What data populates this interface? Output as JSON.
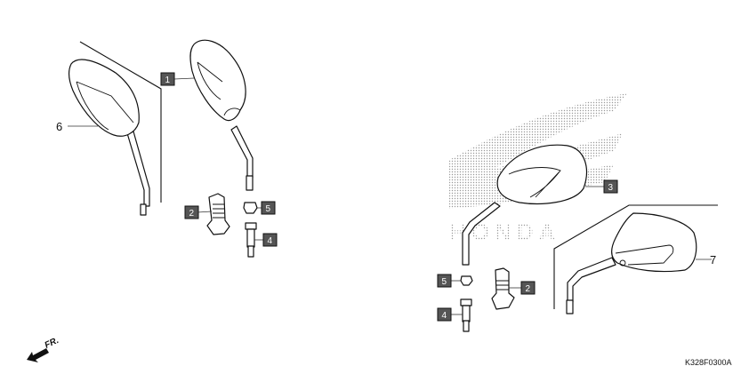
{
  "diagram": {
    "code": "K328F0300A",
    "direction_label": "FR.",
    "watermark_logo": "HONDA",
    "callouts": [
      {
        "id": "1",
        "style": "boxed"
      },
      {
        "id": "2",
        "style": "boxed"
      },
      {
        "id": "5",
        "style": "boxed"
      },
      {
        "id": "4",
        "style": "boxed"
      },
      {
        "id": "6",
        "style": "plain"
      },
      {
        "id": "3",
        "style": "boxed"
      },
      {
        "id": "7",
        "style": "plain"
      },
      {
        "id": "5",
        "style": "boxed"
      },
      {
        "id": "2",
        "style": "boxed"
      },
      {
        "id": "4",
        "style": "boxed"
      }
    ],
    "colors": {
      "line": "#111111",
      "label_box": "#555555",
      "watermark": "#b0b0b0"
    }
  }
}
